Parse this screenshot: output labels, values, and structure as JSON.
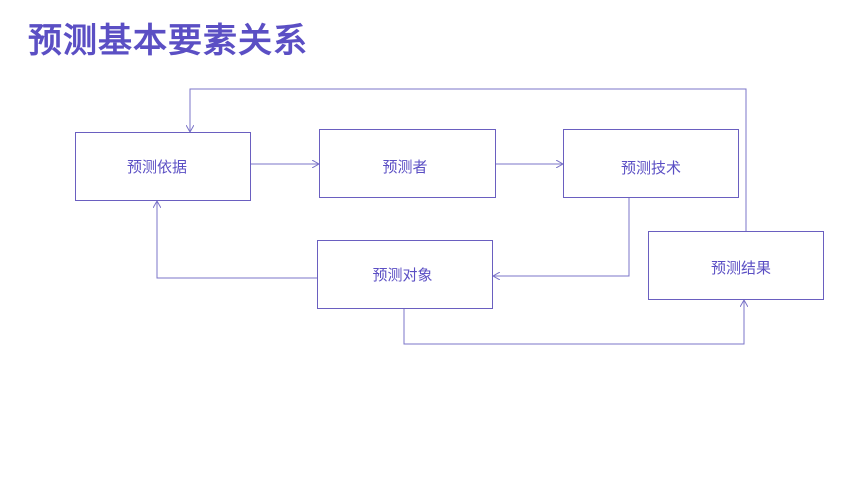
{
  "title": "预测基本要素关系",
  "nodes": {
    "basis": "预测依据",
    "predictor": "预测者",
    "technique": "预测技术",
    "object": "预测对象",
    "result": "预测结果"
  },
  "colors": {
    "title": "#5b4fc4",
    "box_border": "#6a5fc0",
    "box_text": "#5b4fc4",
    "connector": "#7b74c8"
  }
}
